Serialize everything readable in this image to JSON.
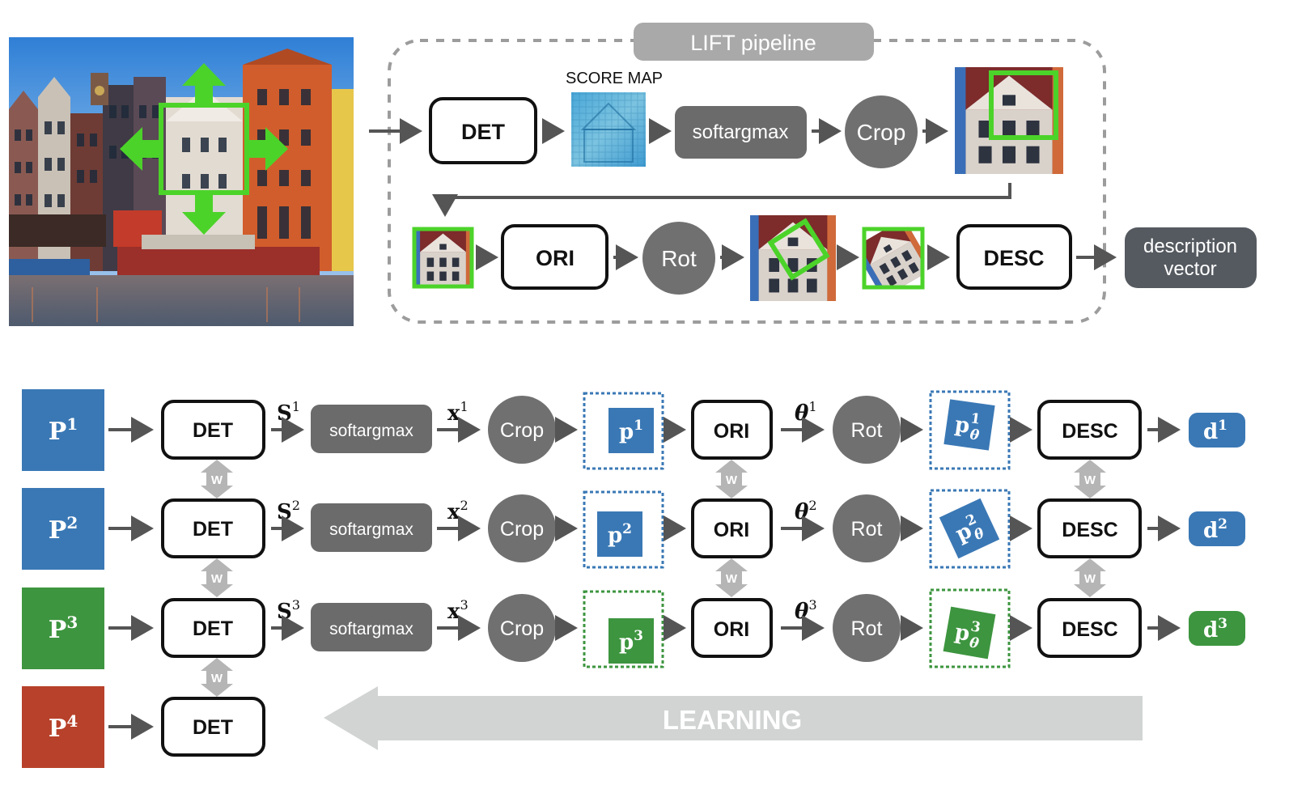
{
  "colors": {
    "blue": "#3a78b5",
    "green": "#3d953f",
    "red": "#b7412a",
    "box_border": "#111111",
    "gray_box": "#6b6b6b",
    "gray_circle": "#707070",
    "dark_box": "#555a60",
    "lift_label_bg": "#a9a9a9",
    "arrow": "#555555",
    "dashed": "#9c9c9c",
    "highlight_green": "#4cd32a",
    "learning_arrow": "#d2d4d4",
    "shared_arrow": "#b5b5b5"
  },
  "top": {
    "pipeline_label": "LIFT pipeline",
    "score_map_label": "SCORE MAP",
    "det": "DET",
    "softargmax": "softargmax",
    "crop": "Crop",
    "ori": "ORI",
    "rot": "Rot",
    "desc": "DESC",
    "output_line1": "description",
    "output_line2": "vector"
  },
  "bottom": {
    "rows": [
      {
        "patch": "P",
        "idx": "1",
        "color": "blue",
        "det": "DET",
        "score": "S",
        "softargmax": "softargmax",
        "x": "x",
        "crop": "Crop",
        "p": "p",
        "ori": "ORI",
        "theta": "θ",
        "rot": "Rot",
        "ptheta": "p",
        "theta_sub": "θ",
        "desc": "DESC",
        "d": "d"
      },
      {
        "patch": "P",
        "idx": "2",
        "color": "blue",
        "det": "DET",
        "score": "S",
        "softargmax": "softargmax",
        "x": "x",
        "crop": "Crop",
        "p": "p",
        "ori": "ORI",
        "theta": "θ",
        "rot": "Rot",
        "ptheta": "p",
        "theta_sub": "θ",
        "desc": "DESC",
        "d": "d"
      },
      {
        "patch": "P",
        "idx": "3",
        "color": "green",
        "det": "DET",
        "score": "S",
        "softargmax": "softargmax",
        "x": "x",
        "crop": "Crop",
        "p": "p",
        "ori": "ORI",
        "theta": "θ",
        "rot": "Rot",
        "ptheta": "p",
        "theta_sub": "θ",
        "desc": "DESC",
        "d": "d"
      },
      {
        "patch": "P",
        "idx": "4",
        "color": "red",
        "det": "DET"
      }
    ],
    "shared_weight_label": "W",
    "learning_label": "LEARNING"
  }
}
